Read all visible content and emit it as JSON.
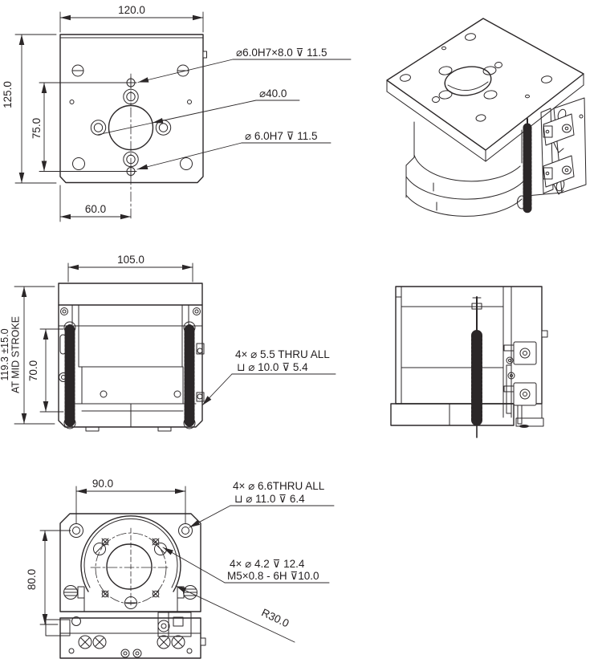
{
  "palette": {
    "background": "#ffffff",
    "line_color": "#2b2728",
    "text_color": "#231f20"
  },
  "views": {
    "top": {
      "dim_width": "120.0",
      "dim_height": "125.0",
      "dim_hole_span": "75.0",
      "dim_offset": "60.0",
      "callout_counterbore": "⌀6.0H7×8.0 ⊽ 11.5",
      "callout_bore": "⌀40.0",
      "callout_dowel": "⌀ 6.0H7 ⊽ 11.5"
    },
    "front": {
      "dim_width": "105.0",
      "dim_height": "119.3 ±15.0",
      "dim_height_note": "AT MID STROKE",
      "dim_inner": "70.0",
      "callout_line1": "4× ⌀ 5.5 THRU ALL",
      "callout_line2": "⊔ ⌀ 10.0 ⊽ 5.4"
    },
    "bottom": {
      "dim_width": "90.0",
      "dim_height": "80.0",
      "dim_radius": "R30.0",
      "callout_thru_line1": "4× ⌀ 6.6THRU ALL",
      "callout_thru_line2": "⊔ ⌀ 11.0 ⊽ 6.4",
      "callout_tap_line1": "4× ⌀ 4.2 ⊽ 12.4",
      "callout_tap_line2": "M5×0.8 - 6H ⊽10.0"
    }
  }
}
